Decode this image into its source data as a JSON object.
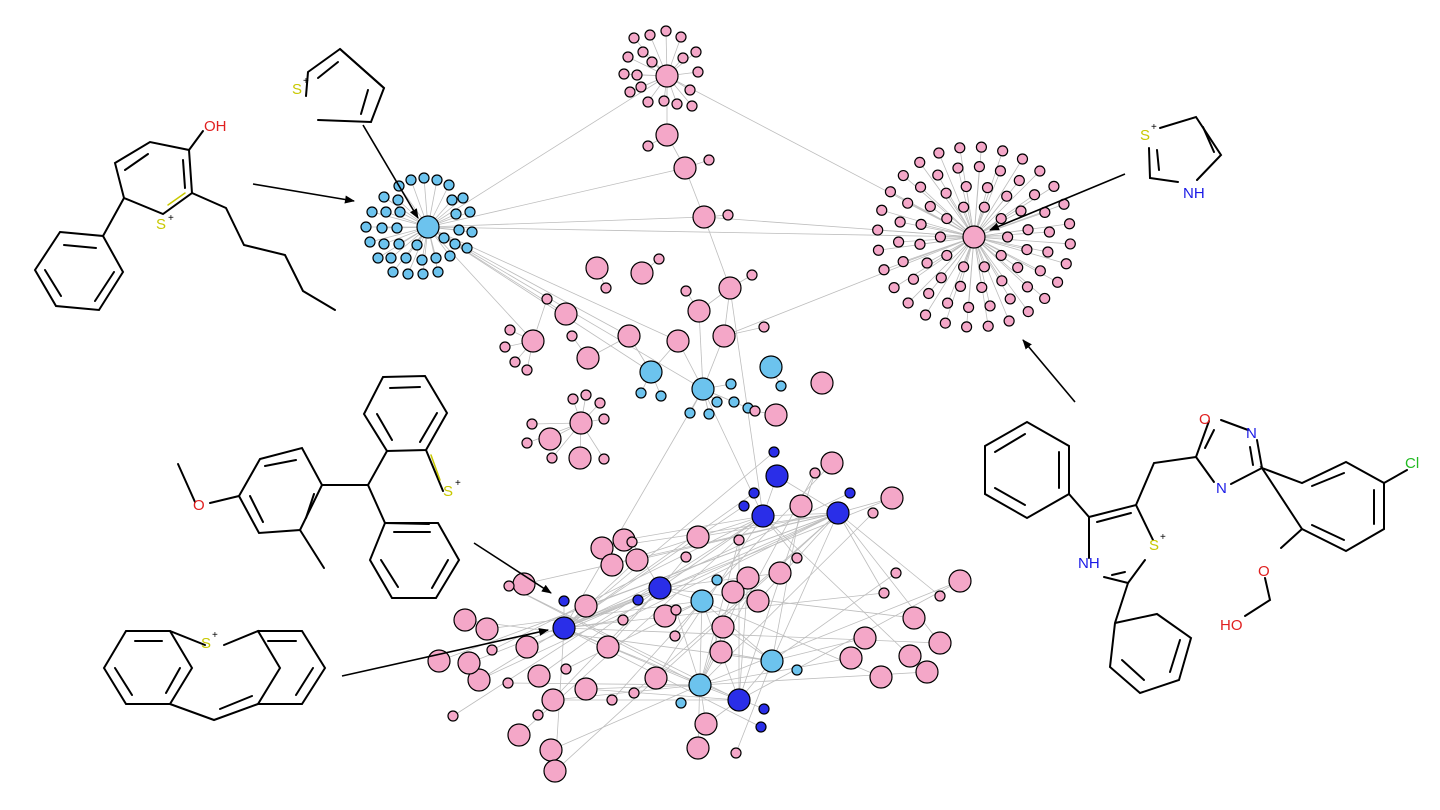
{
  "colors": {
    "pink": "#f4a7c8",
    "light_blue": "#6cc3ee",
    "dark_blue": "#2a2ee8",
    "edge": "#bdbdbd",
    "bond": "#000000",
    "oxygen": "#e02020",
    "nitrogen": "#1a1ae6",
    "sulfur": "#c8c800",
    "chlorine": "#22bb22"
  },
  "molecules": {
    "mol1": {
      "atoms": {
        "oh": "OH",
        "s": "S"
      },
      "charge": "+"
    },
    "mol2": {
      "atoms": {
        "s": "S"
      },
      "charge": "+"
    },
    "mol3": {
      "atoms": {
        "s": "S",
        "nh": "NH"
      },
      "charge": "+"
    },
    "mol4": {
      "atoms": {
        "o": "O",
        "s": "S"
      },
      "charge": "+"
    },
    "mol5": {
      "atoms": {
        "s": "S"
      },
      "charge": "+"
    },
    "mol6": {
      "atoms": {
        "o_ring": "O",
        "n_top": "N",
        "n_bot": "N",
        "cl": "Cl",
        "nh": "NH",
        "s": "S",
        "o_ether": "O",
        "ho": "HO"
      },
      "charge": "+"
    }
  }
}
